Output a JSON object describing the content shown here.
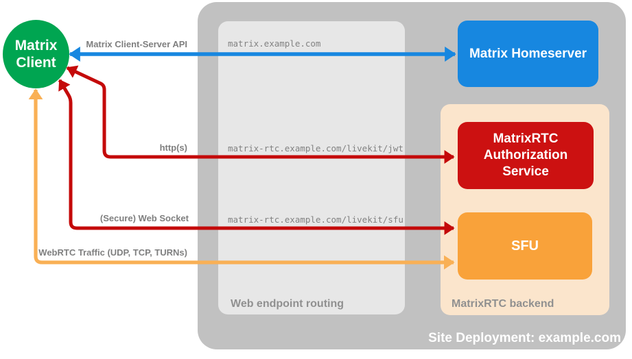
{
  "client": {
    "label": "Matrix Client"
  },
  "homeserver": {
    "label": "Matrix Homeserver"
  },
  "auth_service": {
    "label": "MatrixRTC Authorization Service"
  },
  "sfu": {
    "label": "SFU"
  },
  "routing": {
    "label": "Web endpoint routing",
    "endpoints": [
      "matrix.example.com",
      "matrix-rtc.example.com/livekit/jwt",
      "matrix-rtc.example.com/livekit/sfu"
    ]
  },
  "backend": {
    "label": "MatrixRTC backend"
  },
  "site": {
    "label": "Site Deployment: example.com"
  },
  "connections": [
    {
      "label": "Matrix Client-Server API",
      "color": "#1787e0",
      "from": "Matrix Client",
      "to": "Matrix Homeserver"
    },
    {
      "label": "http(s)",
      "color": "#c40a0a",
      "from": "Matrix Client",
      "to": "MatrixRTC Authorization Service"
    },
    {
      "label": "(Secure) Web Socket",
      "color": "#c40a0a",
      "from": "Matrix Client",
      "to": "SFU"
    },
    {
      "label": "WebRTC Traffic (UDP, TCP, TURNs)",
      "color": "#f9b055",
      "from": "Matrix Client",
      "to": "SFU"
    }
  ],
  "colors": {
    "site_container": "#c1c1c1",
    "routing_container": "#e7e7e7",
    "backend_container": "#fbe5cc",
    "client_node": "#00a551",
    "homeserver_node": "#1787e0",
    "auth_node": "#cc1111",
    "sfu_node": "#f9a23a",
    "label_gray": "#7f7f7f"
  }
}
